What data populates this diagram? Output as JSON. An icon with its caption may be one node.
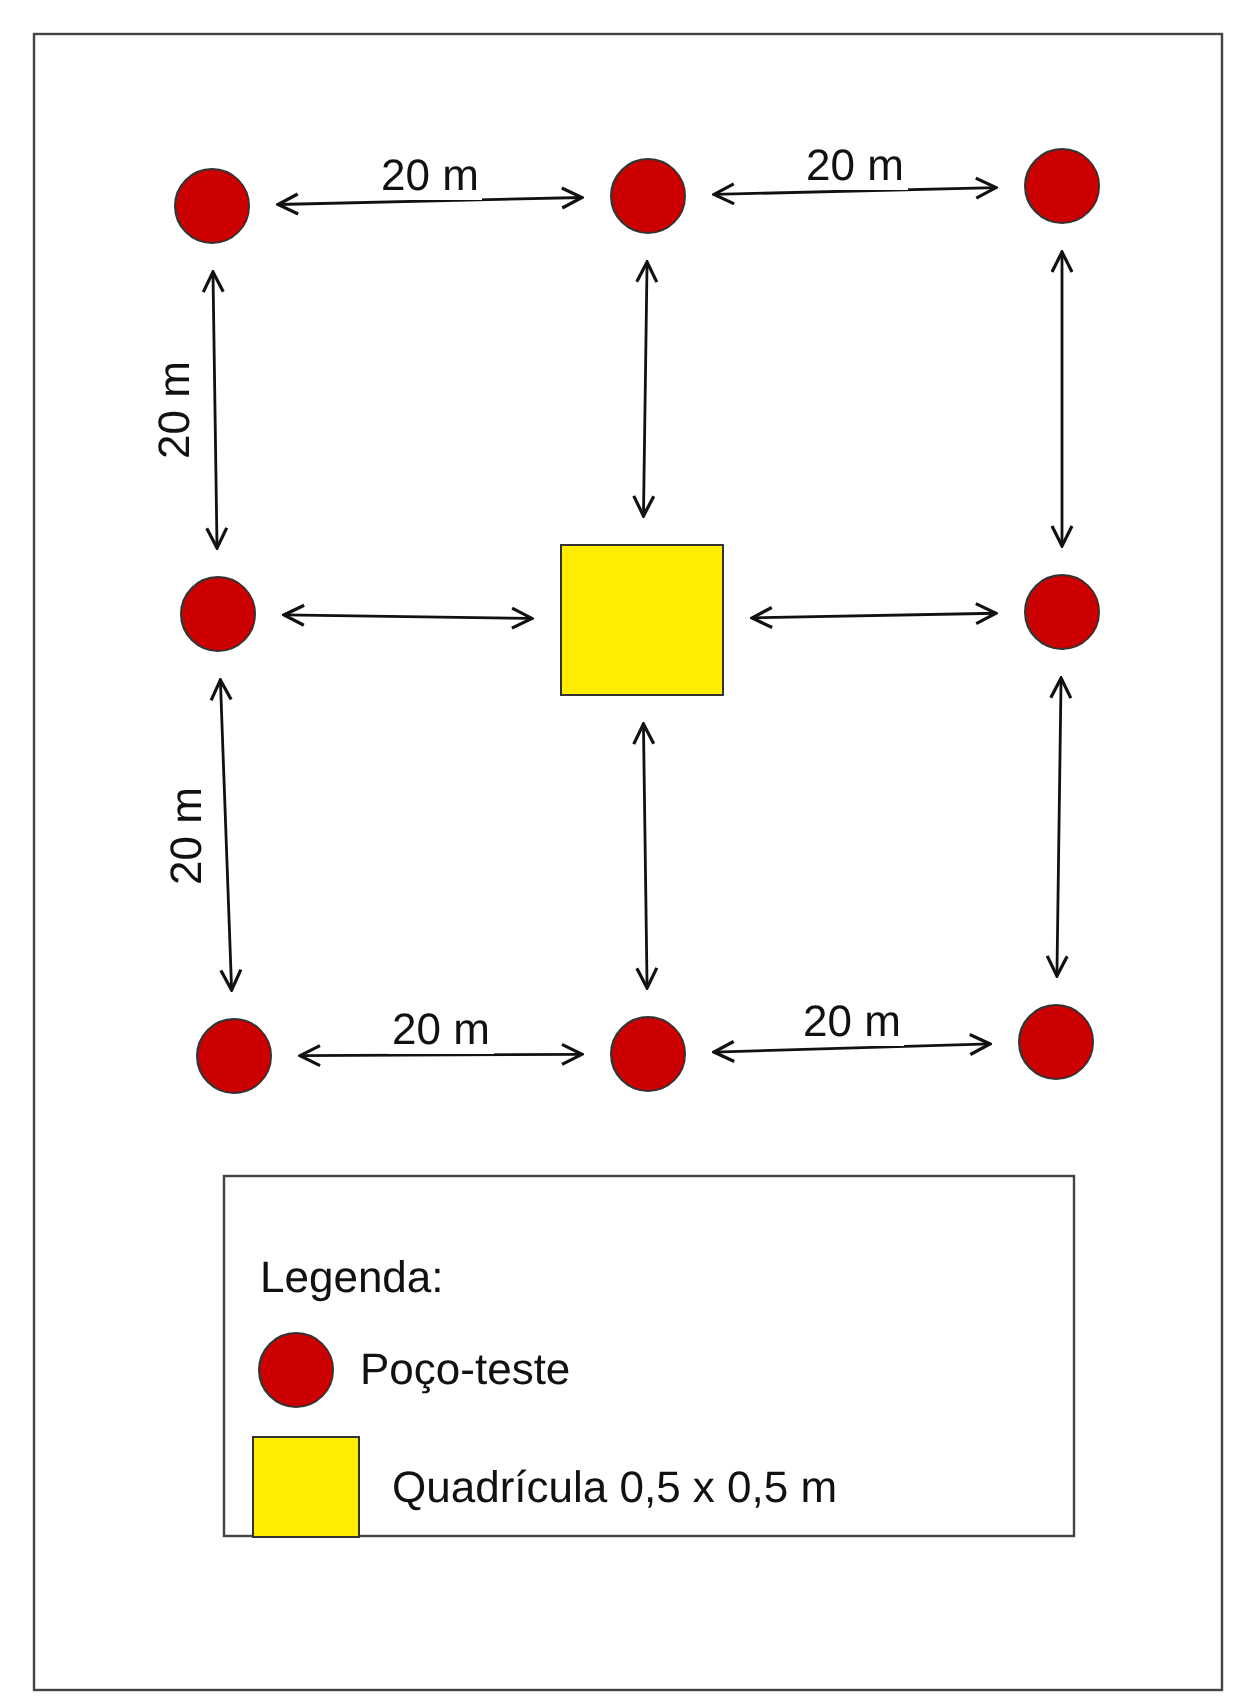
{
  "diagram": {
    "nodes": [
      {
        "text": [],
        "shape": "circle"
      },
      {
        "text": [],
        "shape": "circle"
      },
      {
        "text": [],
        "shape": "circle"
      },
      {
        "text": [],
        "shape": "circle"
      },
      {
        "text": [],
        "shape": "box"
      },
      {
        "text": [],
        "shape": "circle"
      },
      {
        "text": [],
        "shape": "circle"
      },
      {
        "text": [],
        "shape": "circle"
      },
      {
        "text": [],
        "shape": "circle"
      }
    ],
    "edges": [
      {
        "from": 0,
        "to": 1,
        "arrow": "both",
        "label": "20 m"
      },
      {
        "from": 1,
        "to": 2,
        "arrow": "both",
        "label": "20 m"
      },
      {
        "from": 0,
        "to": 3,
        "arrow": "both",
        "label": "20 m"
      },
      {
        "from": 1,
        "to": 4,
        "arrow": "both"
      },
      {
        "from": 2,
        "to": 5,
        "arrow": "both"
      },
      {
        "from": 3,
        "to": 4,
        "arrow": "both"
      },
      {
        "from": 4,
        "to": 5,
        "arrow": "both"
      },
      {
        "from": 3,
        "to": 6,
        "arrow": "both",
        "label": "20 m"
      },
      {
        "from": 4,
        "to": 7,
        "arrow": "both"
      },
      {
        "from": 5,
        "to": 8,
        "arrow": "both"
      },
      {
        "from": 6,
        "to": 7,
        "arrow": "both",
        "label": "20 m"
      },
      {
        "from": 7,
        "to": 8,
        "arrow": "both",
        "label": "20 m"
      }
    ],
    "labels": [
      "Legenda:"
    ],
    "legend": [
      {
        "text": "Poço-teste",
        "color": "#cc0000"
      },
      {
        "text": "Quadrícula 0,5 x 0,5 m",
        "color": "#ffee00"
      }
    ]
  }
}
